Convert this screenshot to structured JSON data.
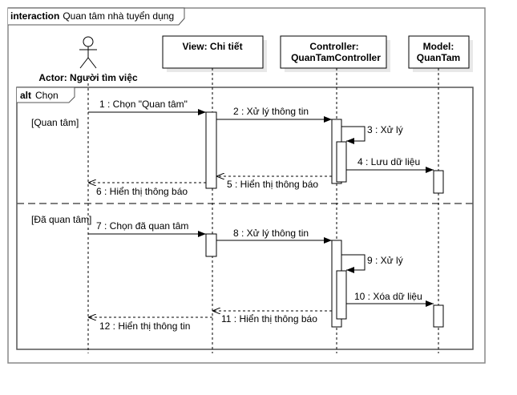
{
  "frame": {
    "keyword": "interaction",
    "name": "Quan tâm nhà tuyển dụng"
  },
  "actor": {
    "label": "Actor: Người tìm việc"
  },
  "lifelines": {
    "view": {
      "line1": "View: Chi tiết"
    },
    "controller": {
      "line1": "Controller:",
      "line2": "QuanTamController"
    },
    "model": {
      "line1": "Model:",
      "line2": "QuanTam"
    }
  },
  "alt": {
    "keyword": "alt",
    "name": "Chọn",
    "guard1": "[Quan tâm]",
    "guard2": "[Đã quan tâm]"
  },
  "messages": {
    "m1": "1 : Chọn \"Quan tâm\"",
    "m2": "2 : Xử lý thông tin",
    "m3": "3 : Xử lý",
    "m4": "4 : Lưu dữ liệu",
    "m5": "5 : Hiển thị thông báo",
    "m6": "6 : Hiển thị thông báo",
    "m7": "7 : Chọn đã quan tâm",
    "m8": "8 : Xử lý thông tin",
    "m9": "9 : Xử lý",
    "m10": "10 : Xóa dữ liệu",
    "m11": "11 : Hiển thị thông báo",
    "m12": "12 : Hiển thị thông tin"
  }
}
